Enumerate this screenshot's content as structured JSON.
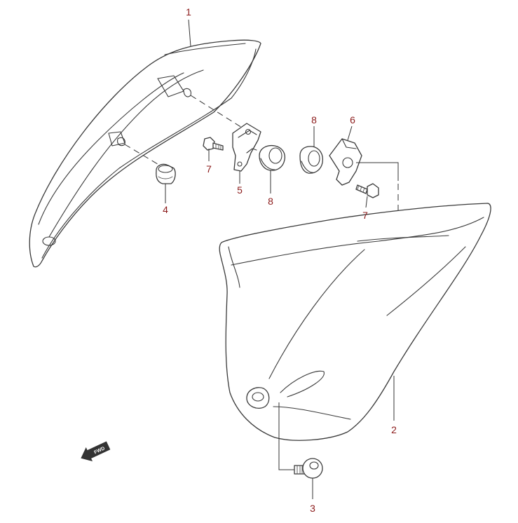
{
  "callouts": {
    "c1": "1",
    "c2": "2",
    "c3": "3",
    "c4": "4",
    "c5": "5",
    "c6": "6",
    "c7a": "7",
    "c7b": "7",
    "c8a": "8",
    "c8b": "8"
  },
  "direction": {
    "label": "FWD"
  },
  "colors": {
    "callout": "#8b1a1a",
    "line": "#3a3a3a"
  }
}
